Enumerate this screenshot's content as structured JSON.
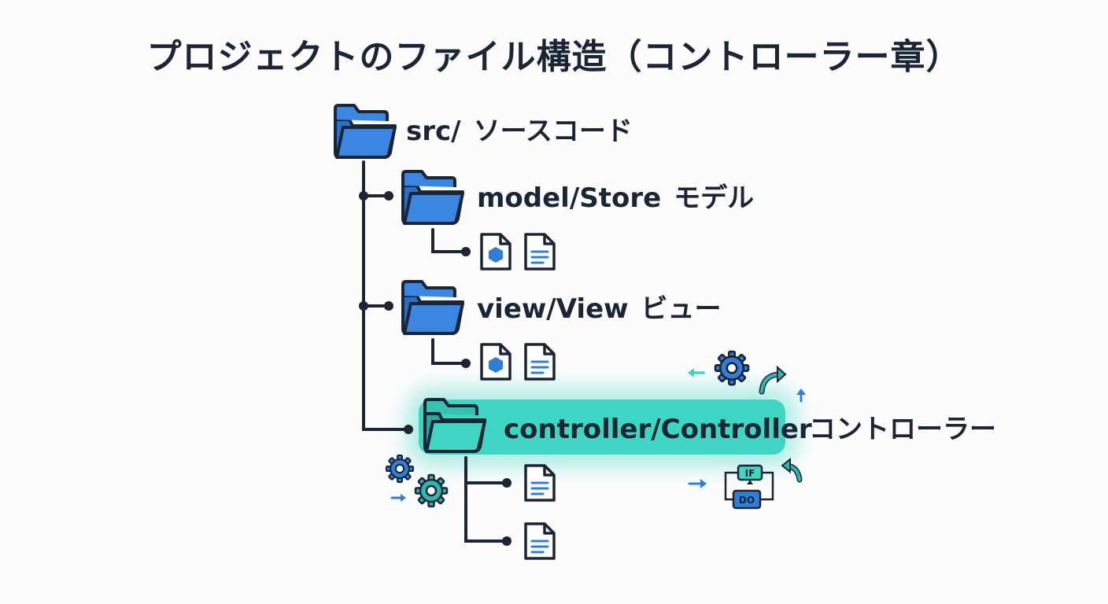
{
  "title": "プロジェクトのファイル構造（コントローラー章）",
  "tree": {
    "src": {
      "name": "src/",
      "desc": "ソースコード"
    },
    "model": {
      "name": "model/Store",
      "desc": "モデル"
    },
    "view": {
      "name": "view/View",
      "desc": "ビュー"
    },
    "controller": {
      "name": "controller/Controller",
      "desc": "コントローラー",
      "highlighted": true
    }
  },
  "flow_icons": {
    "if_label": "IF",
    "do_label": "DO"
  },
  "icons": {
    "folder": "folder-icon",
    "module_file": "module-file-icon",
    "text_file": "text-file-icon",
    "gear": "gear-icon",
    "arrow": "arrow-icon"
  },
  "colors": {
    "folder_blue": "#3a86e0",
    "outline": "#1b2535",
    "highlight_teal": "#3ed6c2",
    "gear_blue": "#2f7fd8",
    "gear_teal": "#2ab8b0"
  }
}
